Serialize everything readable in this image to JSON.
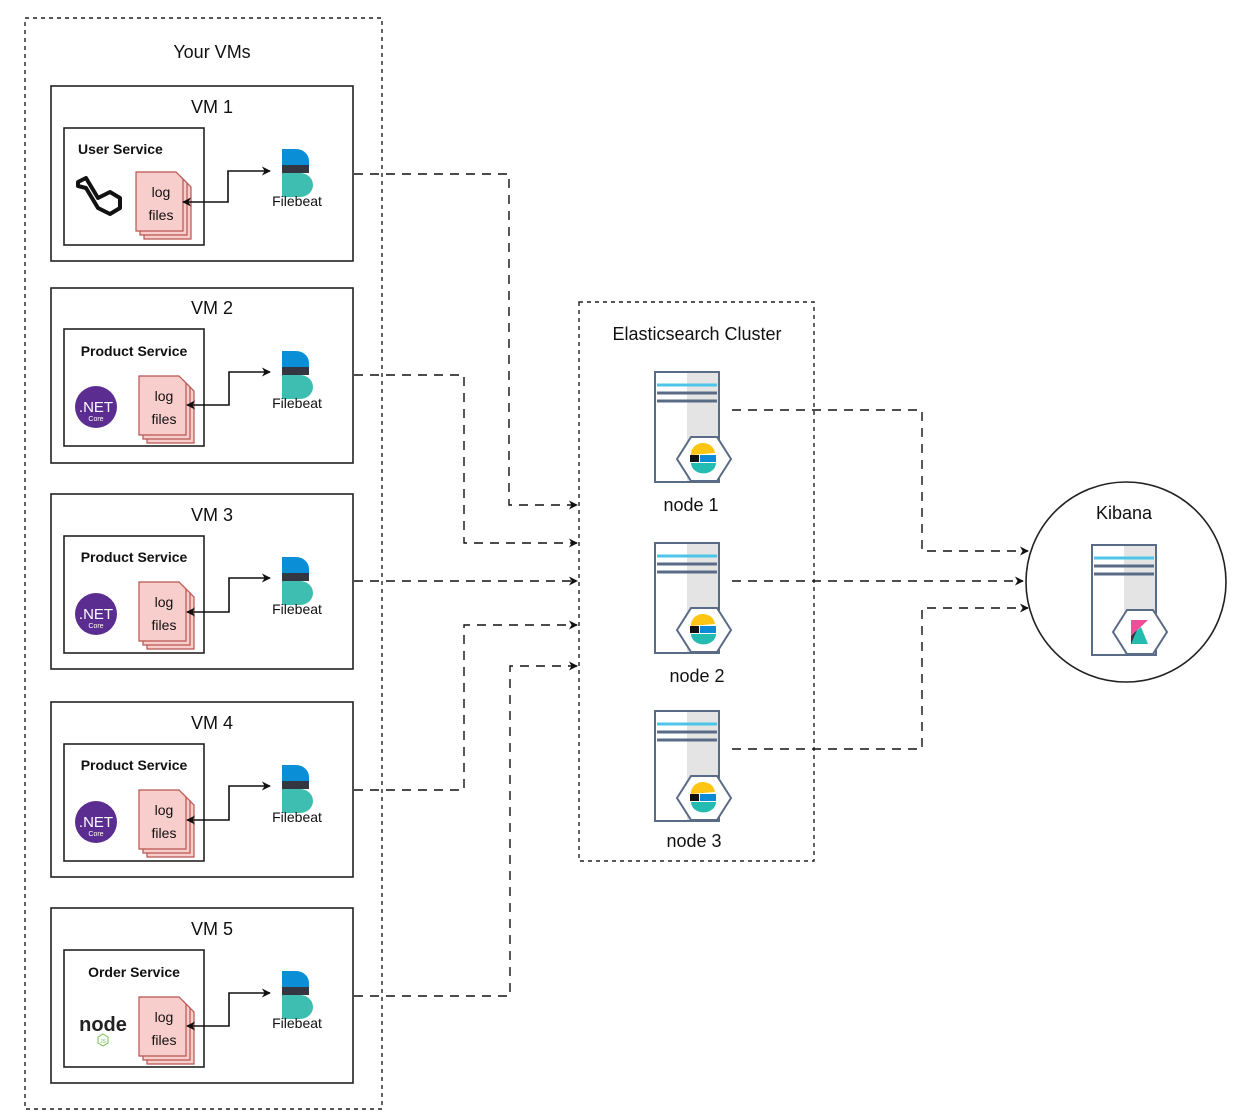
{
  "vms_group": {
    "title": "Your VMs",
    "vms": [
      {
        "name": "VM 1",
        "service": "User Service",
        "logo": "laravel-icon",
        "log_line1": "log",
        "log_line2": "files",
        "agent": "Filebeat"
      },
      {
        "name": "VM 2",
        "service": "Product Service",
        "logo": "dotnet-core-icon",
        "log_line1": "log",
        "log_line2": "files",
        "agent": "Filebeat"
      },
      {
        "name": "VM 3",
        "service": "Product Service",
        "logo": "dotnet-core-icon",
        "log_line1": "log",
        "log_line2": "files",
        "agent": "Filebeat"
      },
      {
        "name": "VM 4",
        "service": "Product Service",
        "logo": "dotnet-core-icon",
        "log_line1": "log",
        "log_line2": "files",
        "agent": "Filebeat"
      },
      {
        "name": "VM 5",
        "service": "Order Service",
        "logo": "nodejs-icon",
        "log_line1": "log",
        "log_line2": "files",
        "agent": "Filebeat"
      }
    ]
  },
  "dotnet_logo": {
    "main": ".NET",
    "sub": "Core"
  },
  "node_logo": {
    "text": "node",
    "sub": "JS"
  },
  "cluster": {
    "title": "Elasticsearch Cluster",
    "nodes": [
      {
        "label": "node 1",
        "icon": "elasticsearch-icon"
      },
      {
        "label": "node 2",
        "icon": "elasticsearch-icon"
      },
      {
        "label": "node 3",
        "icon": "elasticsearch-icon"
      }
    ]
  },
  "kibana": {
    "title": "Kibana",
    "icon": "kibana-icon"
  },
  "colors": {
    "log_fill": "#f8cecc",
    "log_stroke": "#b85450",
    "dotnet_purple": "#5c2d91",
    "filebeat_blue": "#0077cc",
    "filebeat_teal": "#3ebeb0",
    "filebeat_dark": "#343741",
    "server_stripe": "#4dc4e8",
    "server_line": "#5a6b86",
    "elastic_yellow": "#fec514",
    "elastic_teal": "#24bbb1",
    "elastic_blue": "#0b64dd",
    "kibana_pink": "#f04e98"
  }
}
